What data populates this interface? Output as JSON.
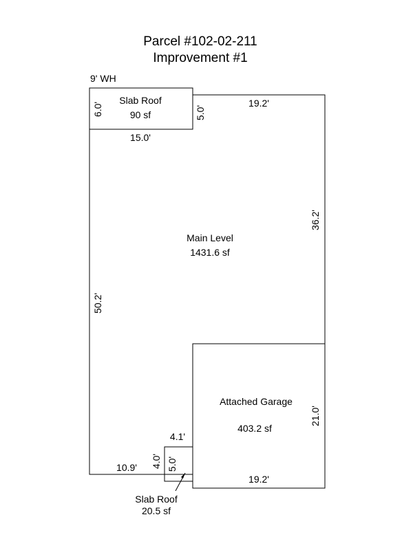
{
  "title": {
    "line1": "Parcel #102-02-211",
    "line2": "Improvement #1"
  },
  "note": "9' WH",
  "areas": {
    "slab_roof_top": {
      "name": "Slab Roof",
      "area": "90 sf"
    },
    "main_level": {
      "name": "Main Level",
      "area": "1431.6 sf"
    },
    "attached_garage": {
      "name": "Attached Garage",
      "area": "403.2 sf"
    },
    "slab_roof_bottom": {
      "name": "Slab Roof",
      "area": "20.5 sf"
    }
  },
  "dimensions": {
    "slab_top_left": "6.0'",
    "slab_top_right": "5.0'",
    "slab_top_bottom": "15.0'",
    "main_top": "19.2'",
    "main_right": "36.2'",
    "main_left": "50.2'",
    "main_bottom_left": "10.9'",
    "garage_right": "21.0'",
    "garage_bottom": "19.2'",
    "slab_bottom_top": "4.1'",
    "slab_bottom_left": "4.0'",
    "slab_bottom_right": "5.0'"
  },
  "colors": {
    "line": "#000000",
    "background": "#ffffff"
  }
}
